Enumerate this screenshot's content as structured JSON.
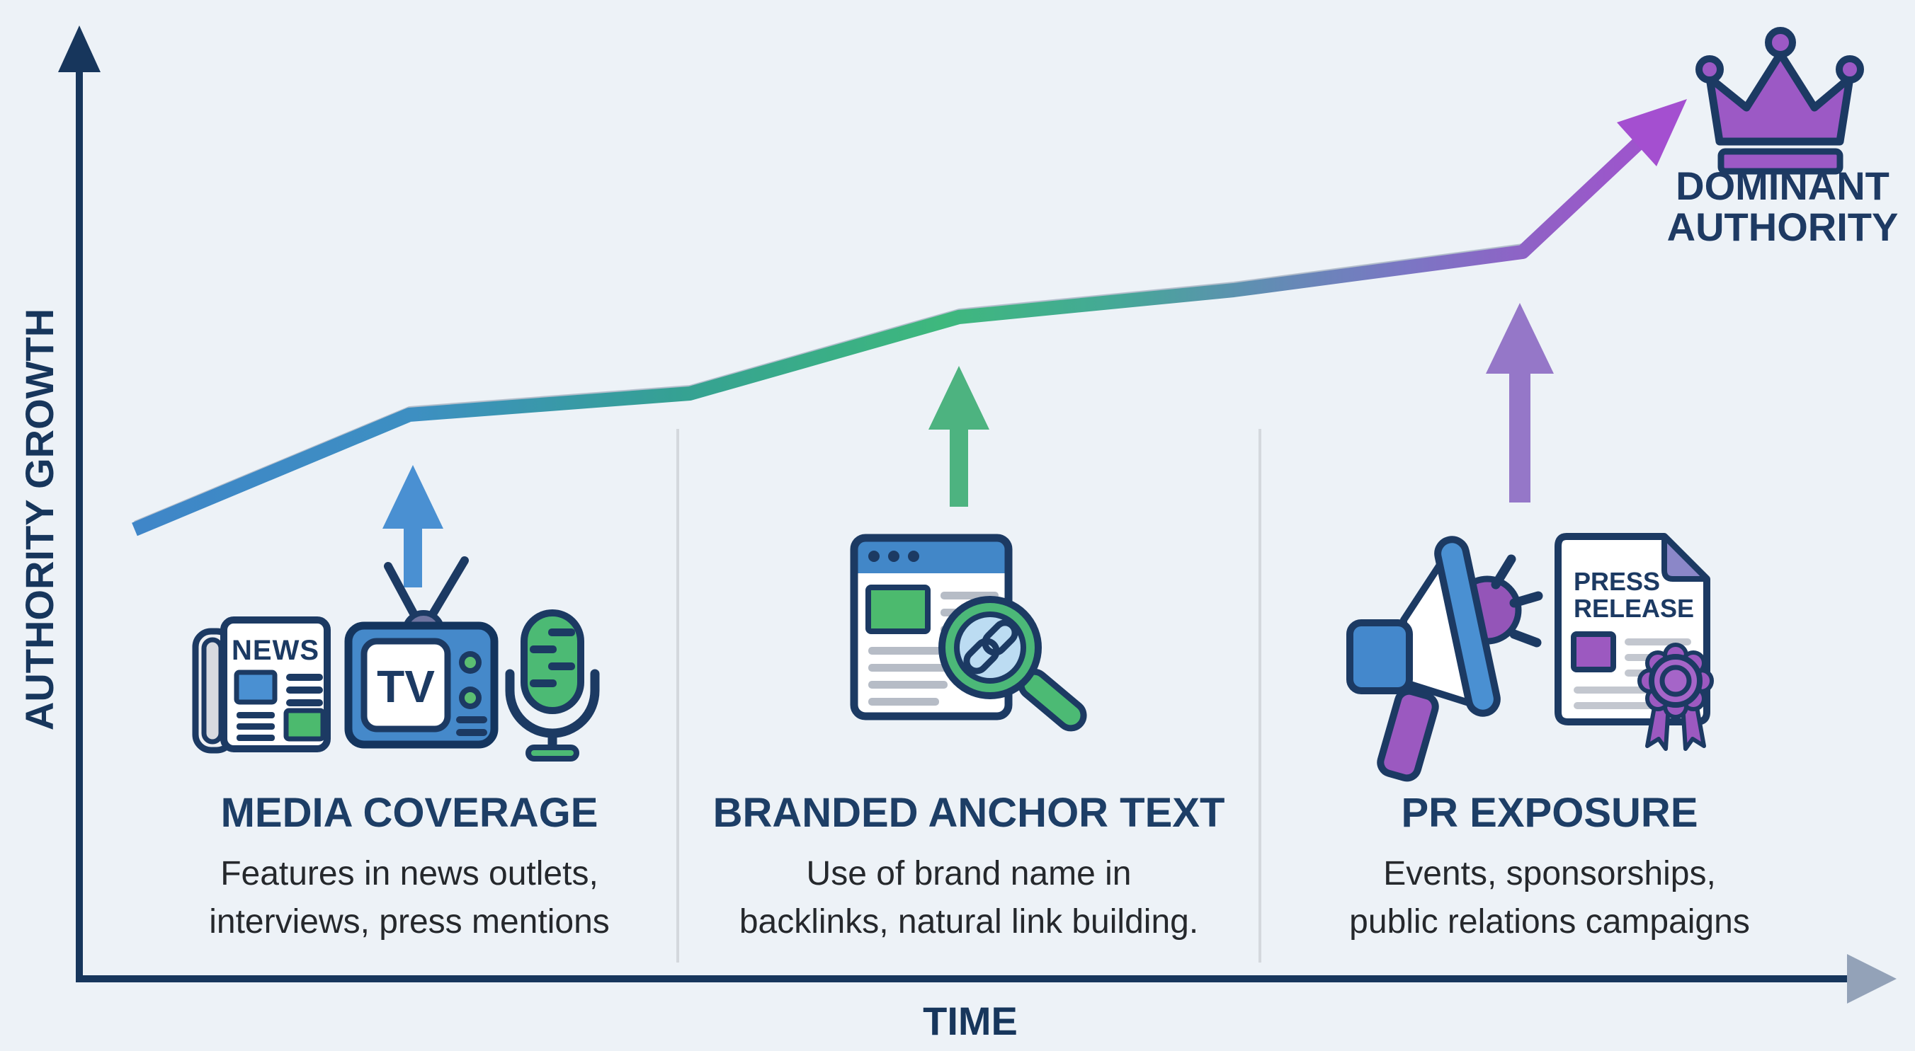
{
  "page": {
    "background": "#edf2f7"
  },
  "axes": {
    "y_label": "AUTHORITY GROWTH",
    "x_label": "TIME"
  },
  "summit": {
    "line1": "DOMINANT",
    "line2": "AUTHORITY"
  },
  "sections": [
    {
      "title": "MEDIA COVERAGE",
      "desc1": "Features in news outlets,",
      "desc2": "interviews, press mentions",
      "icons": [
        "newspaper-icon",
        "tv-icon",
        "microphone-icon"
      ]
    },
    {
      "title": "BRANDED ANCHOR TEXT",
      "desc1": "Use of brand name in",
      "desc2": "backlinks, natural link building.",
      "icons": [
        "browser-link-search-icon"
      ]
    },
    {
      "title": "PR EXPOSURE",
      "desc1": "Events, sponsorships,",
      "desc2": "public relations campaigns",
      "icons": [
        "megaphone-icon",
        "press-release-icon"
      ]
    }
  ],
  "icon_labels": {
    "newspaper": "NEWS",
    "tv": "TV",
    "press1": "PRESS",
    "press2": "RELEASE"
  },
  "colors": {
    "heading": "#1d3e66",
    "body_text": "#25282c",
    "axis": "#17365c",
    "x_axis_arrowhead": "#93a2b8",
    "divider": "#d4d8dd",
    "arrow_blue": "#4a90d2",
    "arrow_green": "#4db380",
    "arrow_purple": "#9577c8",
    "crown": "#9c59c5",
    "line_arrowhead": "#a44fd0",
    "outline_navy": "#1c3a63"
  },
  "growth_line": {
    "points": [
      [
        190,
        748
      ],
      [
        578,
        586
      ],
      [
        974,
        556
      ],
      [
        1354,
        448
      ],
      [
        1742,
        410
      ],
      [
        2150,
        356
      ],
      [
        2316,
        200
      ]
    ],
    "gradient": [
      {
        "offset": "0%",
        "color": "#3f86c8"
      },
      {
        "offset": "18%",
        "color": "#3d8fc2"
      },
      {
        "offset": "35%",
        "color": "#35a193"
      },
      {
        "offset": "52%",
        "color": "#3eb87d"
      },
      {
        "offset": "63%",
        "color": "#44a996"
      },
      {
        "offset": "72%",
        "color": "#5f8fb2"
      },
      {
        "offset": "82%",
        "color": "#7b76c4"
      },
      {
        "offset": "91%",
        "color": "#925fc6"
      },
      {
        "offset": "100%",
        "color": "#a44fd0"
      }
    ]
  }
}
